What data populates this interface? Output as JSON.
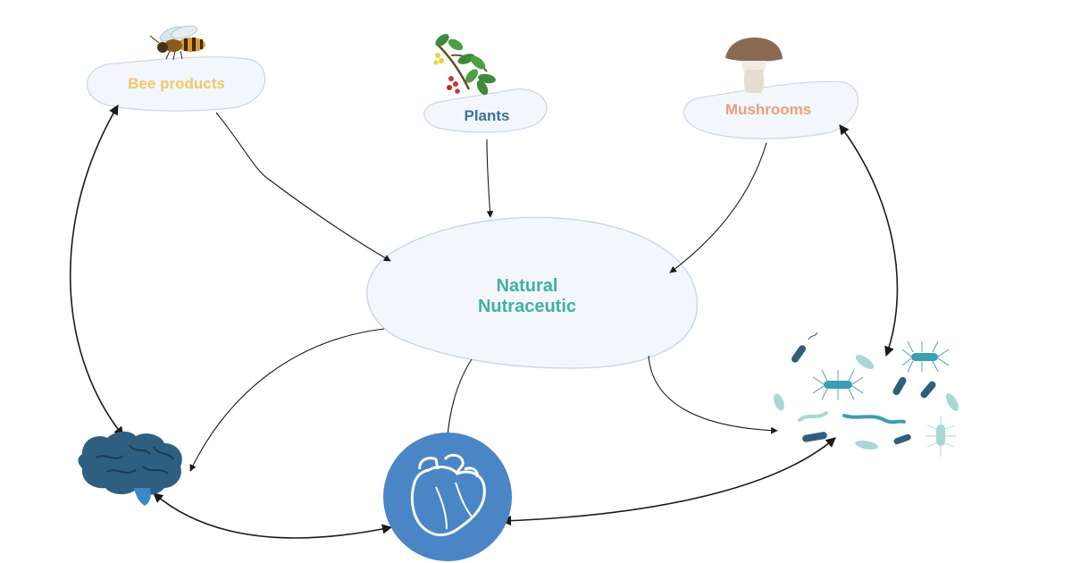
{
  "nodes": {
    "bee_products": {
      "label": "Bee products",
      "color": "#f1c86a",
      "icon": "bee-icon"
    },
    "plants": {
      "label": "Plants",
      "color": "#3f7199",
      "icon": "plant-sprig-icon"
    },
    "mushrooms": {
      "label": "Mushrooms",
      "color": "#e8a07a",
      "icon": "mushroom-icon"
    },
    "center": {
      "label_line1": "Natural",
      "label_line2": "Nutraceutic",
      "color": "#3fb1a0"
    },
    "brain": {
      "icon": "brain-icon"
    },
    "heart": {
      "icon": "heart-icon",
      "color": "#4a86c5"
    },
    "microbiota": {
      "icon": "bacteria-cluster-icon"
    }
  },
  "colors": {
    "bubble_fill": "#f3f7fc",
    "bubble_stroke": "#c9d6e8",
    "arrow": "#1a1a1a",
    "dark_blue": "#2f5f80",
    "teal": "#3a9fb0",
    "light_teal": "#a8d8d3"
  }
}
